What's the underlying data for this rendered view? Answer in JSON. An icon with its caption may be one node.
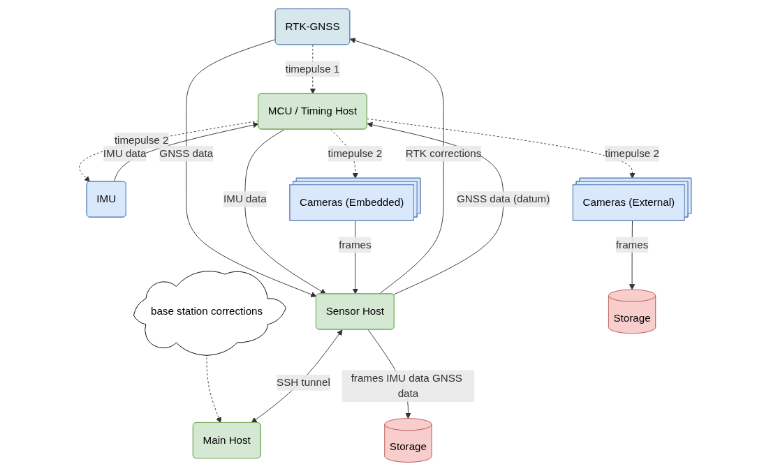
{
  "diagram": {
    "nodes": [
      {
        "text": [
          "RTK-GNSS"
        ]
      },
      {
        "text": [
          "base station corrections"
        ]
      },
      {
        "text": [
          "MCU / Timing Host"
        ]
      },
      {
        "text": [
          "IMU"
        ]
      },
      {
        "text": [
          "Sensor Host"
        ]
      },
      {
        "text": [
          "Main Host"
        ]
      },
      {
        "text": [
          "Cameras (Embedded)"
        ]
      },
      {
        "text": [
          "Storage"
        ]
      },
      {
        "text": [
          "Storage"
        ]
      },
      {
        "text": [
          "Cameras (External)"
        ]
      }
    ],
    "edges": [
      {
        "from": 0,
        "to": 2,
        "arrow": "to",
        "label": "timepulse 1",
        "style": "dashed"
      },
      {
        "from": 2,
        "to": 3,
        "arrow": "to",
        "label": "timepulse 2",
        "style": "dashed"
      },
      {
        "from": 3,
        "to": 2,
        "arrow": "to",
        "label": "IMU data"
      },
      {
        "from": 0,
        "to": 4,
        "arrow": "to",
        "label": "GNSS data"
      },
      {
        "from": 4,
        "to": 0,
        "arrow": "to",
        "label": "RTK corrections"
      },
      {
        "from": 1,
        "to": 5,
        "arrow": "to",
        "style": "dashed"
      },
      {
        "from": 2,
        "to": 4,
        "arrow": "to",
        "label": "IMU data"
      },
      {
        "from": 4,
        "to": 2,
        "arrow": "to",
        "label": "GNSS data (datum)"
      },
      {
        "from": 4,
        "to": 5,
        "arrow": "both",
        "label": "SSH tunnel"
      },
      {
        "from": 2,
        "to": 6,
        "arrow": "to",
        "label": "timepulse 2",
        "style": "dashed"
      },
      {
        "from": 6,
        "to": 4,
        "arrow": "to",
        "label": "frames"
      },
      {
        "from": 4,
        "to": 7,
        "arrow": "to",
        "label": "frames IMU data GNSS data"
      },
      {
        "from": 2,
        "to": 9,
        "arrow": "to",
        "label": "timepulse 2",
        "style": "dashed"
      },
      {
        "from": 9,
        "to": 8,
        "arrow": "to",
        "label": "frames"
      }
    ]
  }
}
